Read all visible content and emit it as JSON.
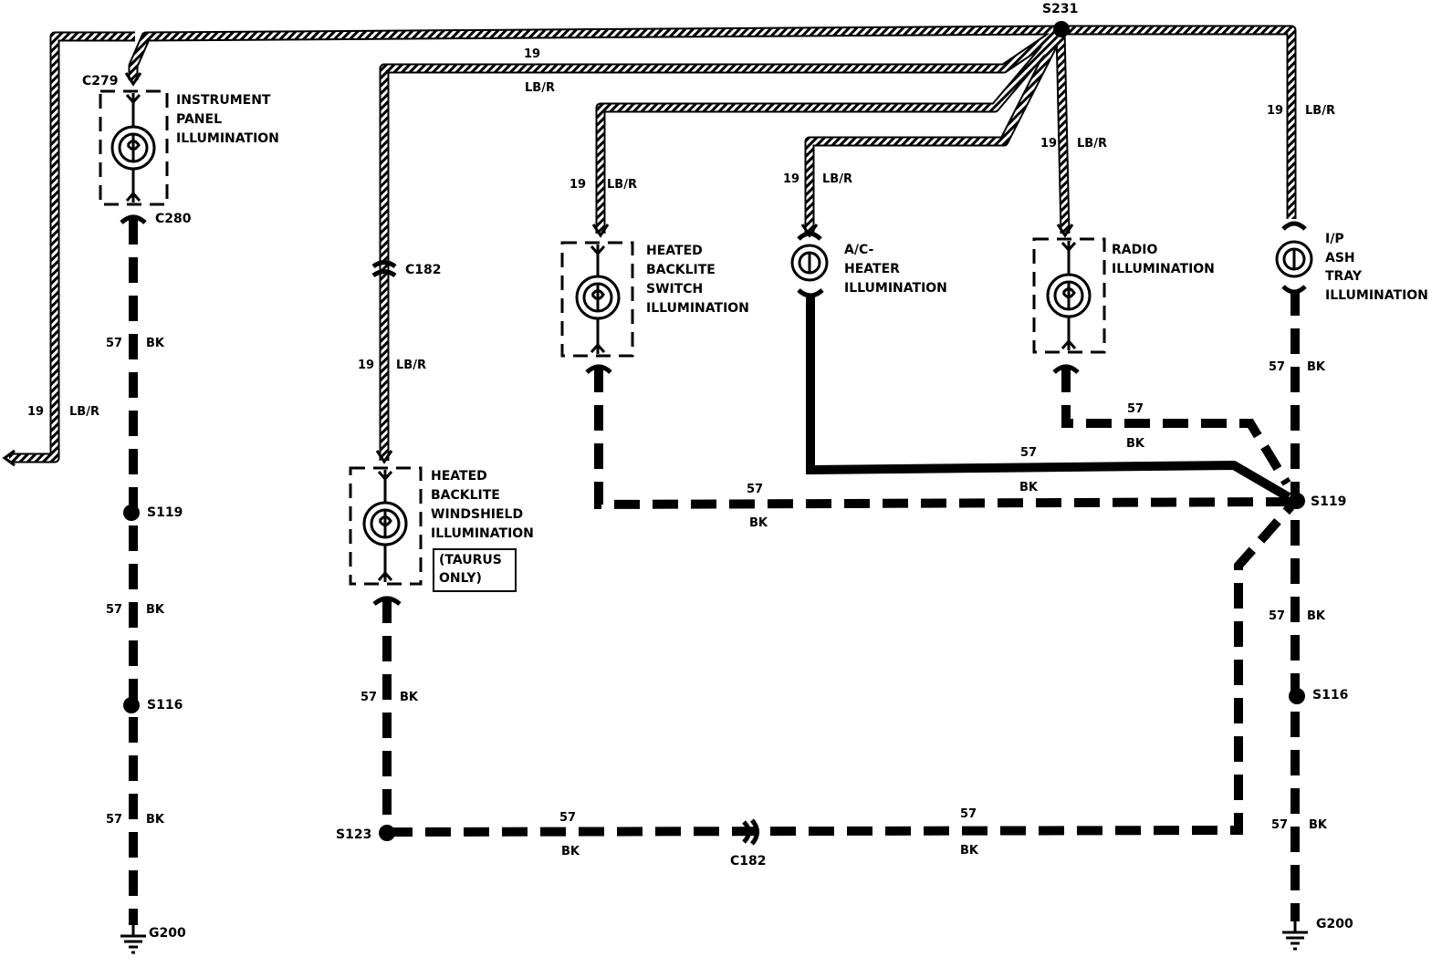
{
  "colors": {
    "ink": "#000000",
    "paper": "#ffffff"
  },
  "icons": [
    "bulb-icon",
    "ground-icon",
    "splice-icon",
    "connector-icon",
    "arrow-left-icon"
  ],
  "components": {
    "instrument_panel": [
      "INSTRUMENT",
      "PANEL",
      "ILLUMINATION"
    ],
    "heated_backlite_switch": [
      "HEATED",
      "BACKLITE",
      "SWITCH",
      "ILLUMINATION"
    ],
    "ac_heater": [
      "A/C-",
      "HEATER",
      "ILLUMINATION"
    ],
    "radio": [
      "RADIO",
      "ILLUMINATION"
    ],
    "ip_ash_tray": [
      "I/P",
      "ASH",
      "TRAY",
      "ILLUMINATION"
    ],
    "heated_backlite_windshield": [
      "HEATED",
      "BACKLITE",
      "WINDSHIELD",
      "ILLUMINATION"
    ],
    "taurus_note": [
      "(TAURUS",
      "ONLY)"
    ]
  },
  "connectors": {
    "c279": "C279",
    "c280": "C280",
    "c182_top": "C182",
    "c182_bottom": "C182"
  },
  "splices": {
    "s231": "S231",
    "s119_left": "S119",
    "s116_left": "S116",
    "s119_right": "S119",
    "s116_right": "S116",
    "s123": "S123"
  },
  "grounds": {
    "g200_left": "G200",
    "g200_right": "G200"
  },
  "wire_codes": {
    "circuit_19": "19",
    "color_19": "LB/R",
    "circuit_57": "57",
    "color_57": "BK"
  }
}
